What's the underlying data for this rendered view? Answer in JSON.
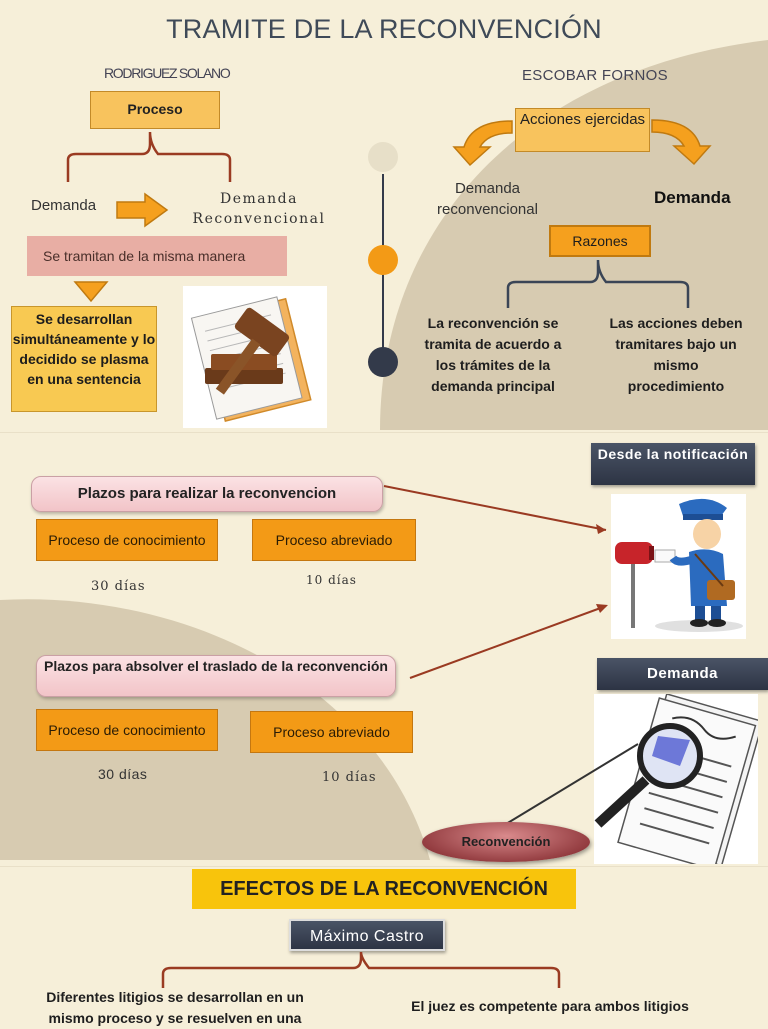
{
  "title": "TRAMITE DE LA RECONVENCIÓN",
  "authors": {
    "left": "RODRIGUEZ SOLANO",
    "right": "ESCOBAR FORNOS"
  },
  "left_section": {
    "proceso": "Proceso",
    "demanda": "Demanda",
    "demanda_reconvencional_1": "Demanda",
    "demanda_reconvencional_2": "Reconvencional",
    "same_manner": "Se tramitan de la misma manera",
    "result": "Se desarrollan simultáneamente y lo decidido se plasma en una sentencia"
  },
  "right_section": {
    "acciones": "Acciones ejercidas",
    "demanda_reconvencional": "Demanda reconvencional",
    "demanda": "Demanda",
    "razones": "Razones",
    "razon_1": "La reconvención se tramita de acuerdo a los trámites de la demanda principal",
    "razon_2": "Las acciones deben tramitares bajo un mismo procedimiento"
  },
  "plazos": {
    "realizar": {
      "title": "Plazos para realizar la reconvencion",
      "conocimiento": "Proceso de conocimiento",
      "abreviado": "Proceso abreviado",
      "days_conocimiento": "30 días",
      "days_abreviado": "10 días"
    },
    "absolver": {
      "title": "Plazos para absolver el traslado de  la reconvención",
      "conocimiento": "Proceso de conocimiento",
      "abreviado": "Proceso abreviado",
      "days_conocimiento": "30 días",
      "days_abreviado": "10 días"
    }
  },
  "right_labels": {
    "desde": "Desde la notificación",
    "demanda": "Demanda",
    "reconvencion": "Reconvención"
  },
  "efectos": {
    "title": "EFECTOS DE LA RECONVENCIÓN",
    "author": "Máximo Castro",
    "left": "Diferentes litigios se desarrollan  en un mismo proceso y se resuelven en una",
    "right": "El juez  es competente para ambos litigios"
  },
  "colors": {
    "orange": "#f5a01e",
    "cream": "#f6efd9",
    "tan": "#d6cab0",
    "dark": "#333a4a"
  }
}
